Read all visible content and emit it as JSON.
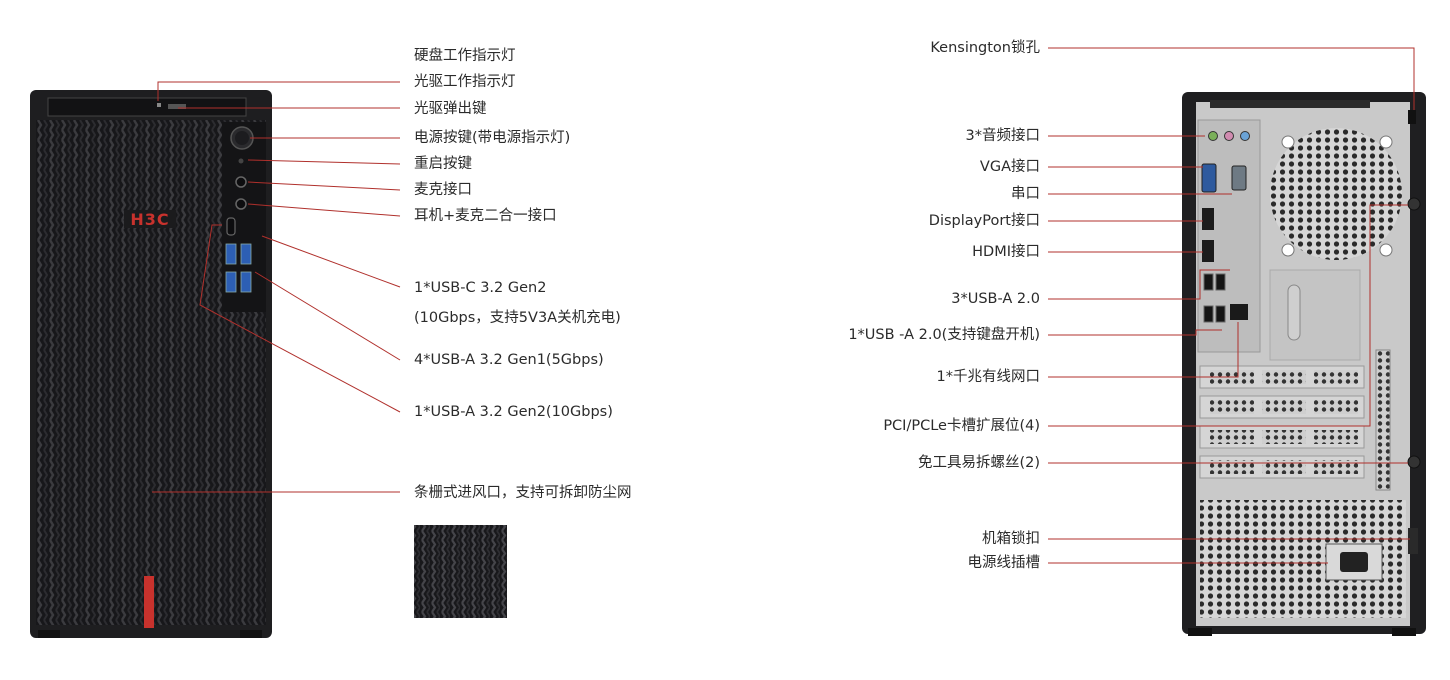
{
  "front_labels": [
    "硬盘工作指示灯",
    "光驱工作指示灯",
    "光驱弹出键",
    "电源按键(带电源指示灯)",
    "重启按键",
    "麦克接口",
    "耳机+麦克二合一接口",
    "1*USB-C 3.2 Gen2",
    "(10Gbps，支持5V3A关机充电)",
    "4*USB-A 3.2 Gen1(5Gbps)",
    "1*USB-A 3.2 Gen2(10Gbps)",
    "条栅式进风口，支持可拆卸防尘网"
  ],
  "rear_labels": [
    "Kensington锁孔",
    "3*音频接口",
    "VGA接口",
    "串口",
    "DisplayPort接口",
    "HDMI接口",
    "3*USB-A 2.0",
    "1*USB -A  2.0(支持键盘开机)",
    "1*千兆有线网口",
    "PCI/PCLe卡槽扩展位(4)",
    "免工具易拆螺丝(2)",
    "机箱锁扣",
    "电源线插槽"
  ],
  "brand": {
    "logo_text": "H3C"
  },
  "colors": {
    "leader_line": "#b0302c",
    "chassis_dark": "#1e1e20",
    "accent_red": "#c8322d",
    "rear_panel": "#c9c9c9"
  }
}
